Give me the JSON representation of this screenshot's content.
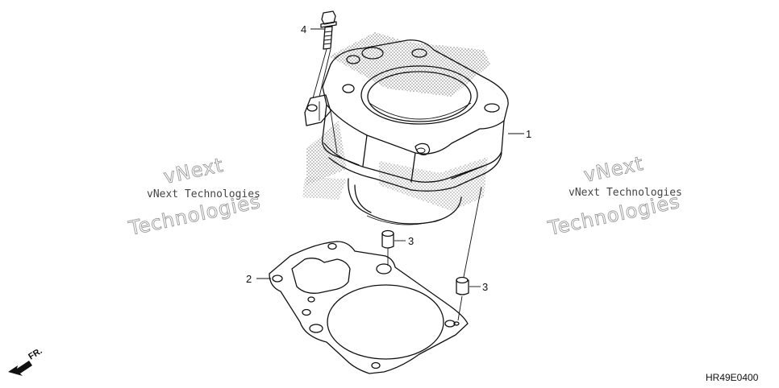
{
  "diagram": {
    "callouts": [
      {
        "id": "1",
        "label": "1"
      },
      {
        "id": "2",
        "label": "2"
      },
      {
        "id": "3a",
        "label": "3"
      },
      {
        "id": "3b",
        "label": "3"
      },
      {
        "id": "4",
        "label": "4"
      }
    ],
    "watermarks": {
      "left_small": "vNext Technologies",
      "left_big_1": "vNext",
      "left_big_2": "Technologies",
      "right_small": "vNext Technologies",
      "right_big_1": "vNext",
      "right_big_2": "Technologies"
    },
    "front_marker": "FR.",
    "diagram_code": "HR49E0400"
  }
}
